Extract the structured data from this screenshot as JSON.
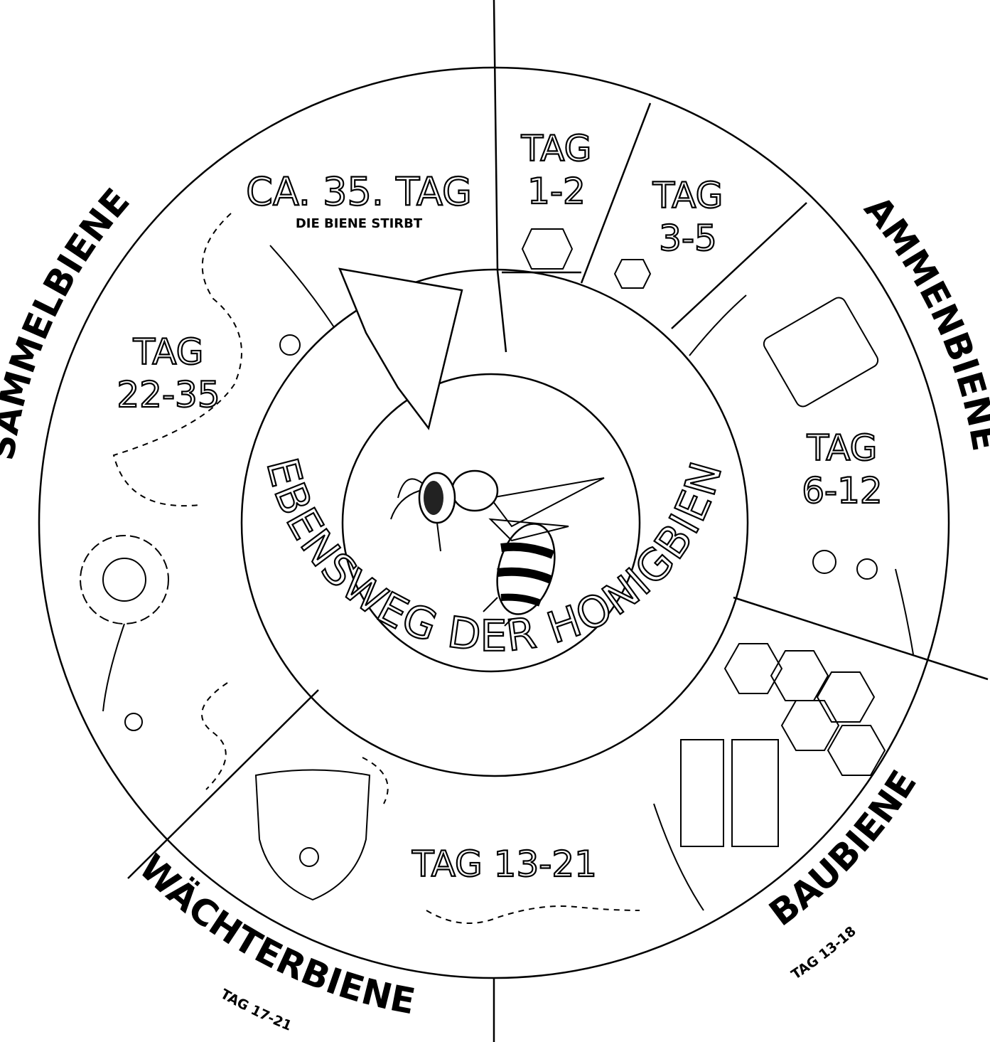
{
  "title": "LEBENSWEG DER HONIGBIENE",
  "roles": {
    "sammelbiene": "SAMMELBIENE",
    "ammenbiene": "AMMENBIENE",
    "baubiene": "BAUBIENE",
    "baubiene_days": "TAG 13-18",
    "waechterbiene": "WÄCHTERBIENE",
    "waechterbiene_days": "TAG 17-21"
  },
  "stages": {
    "death": {
      "title": "CA. 35. TAG",
      "subtitle": "DIE BIENE STIRBT"
    },
    "day1_2": {
      "line1": "TAG",
      "line2": "1-2"
    },
    "day3_5": {
      "line1": "TAG",
      "line2": "3-5"
    },
    "day6_12": {
      "line1": "TAG",
      "line2": "6-12"
    },
    "day13_21": {
      "label": "TAG 13-21"
    },
    "day22_35": {
      "line1": "TAG",
      "line2": "22-35"
    }
  },
  "colors": {
    "ink": "#000000",
    "background": "#ffffff"
  }
}
